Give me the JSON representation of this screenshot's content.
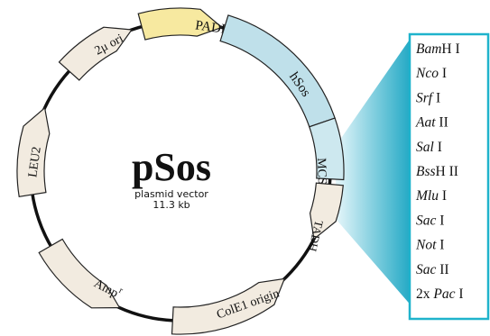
{
  "plasmid": {
    "name": "pSos",
    "subtitle": "plasmid vector",
    "size": "11.3 kb"
  },
  "features": {
    "padh": "PADH",
    "hsos": "hSos",
    "mcs": "MCS",
    "tadh": "TADH",
    "cole1": "ColE1 origin",
    "ampr_main": "Amp",
    "ampr_sup": "r",
    "leu2": "LEU2",
    "ori2mu": "2μ ori"
  },
  "mcs_sites": [
    {
      "italic": "Bam",
      "roman": "H I"
    },
    {
      "italic": "Nco",
      "roman": " I"
    },
    {
      "italic": "Srf",
      "roman": "  I"
    },
    {
      "italic": "Aat",
      "roman": " II"
    },
    {
      "italic": "Sal",
      "roman": " I"
    },
    {
      "italic": "Bss",
      "roman": "H II"
    },
    {
      "italic": "Mlu",
      "roman": " I"
    },
    {
      "italic": "Sac",
      "roman": " I"
    },
    {
      "italic": "Not",
      "roman": " I"
    },
    {
      "italic": "Sac",
      "roman": " II"
    },
    {
      "prefix": "2x ",
      "italic": "Pac",
      "roman": " I"
    }
  ],
  "colors": {
    "backbone": "#111111",
    "feature_fill": "#f2ebe0",
    "promoter_fill": "#f7e9a0",
    "hsos_fill": "#bfe0ea",
    "mcs_fill": "#cde8ef",
    "box_border": "#1fb3cc",
    "wedge_dark": "#1ba6c3",
    "wedge_light": "#e6f6fa"
  }
}
